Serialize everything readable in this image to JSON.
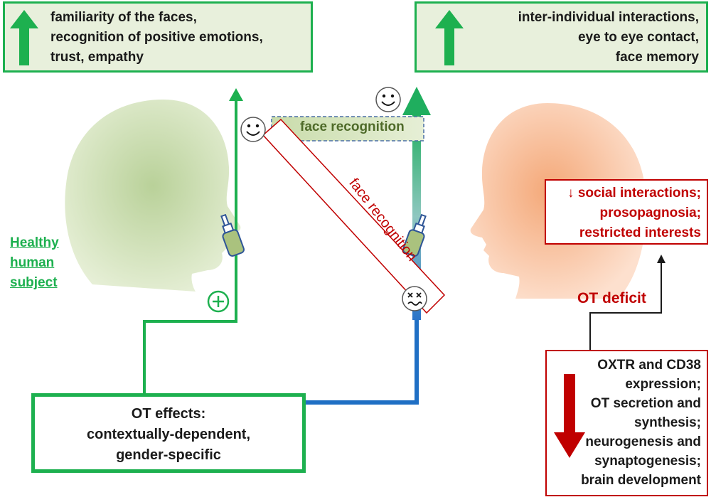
{
  "left_effects_box": {
    "lines": "familiarity of the faces,\nrecognition of positive emotions,\ntrust, empathy"
  },
  "right_effects_box": {
    "lines": "inter-individual interactions,\neye to eye contact,\nface memory"
  },
  "subject_label": "Healthy\nhuman\nsubject",
  "horizontal_link_label": "face recognition",
  "diagonal_link_label": "face recognition",
  "deficit_symptoms_box": {
    "line1": "↓ social interactions;",
    "line2": "prosopagnosia;",
    "line3": "restricted interests"
  },
  "deficit_label": "OT deficit",
  "deficit_causes_box": {
    "lines": "OXTR and CD38\nexpression;\nOT secretion and\nsynthesis;\nneurogenesis and\nsynaptogenesis;\nbrain development"
  },
  "ot_effects_box": {
    "lines": "OT effects:\ncontextually-dependent,\ngender-specific"
  },
  "colors": {
    "green": "#1db04f",
    "dark_red": "#c00000",
    "blue": "#1f6fc4",
    "head_green": "#cfe0b4",
    "head_orange": "#f8c3a0"
  },
  "icons": {
    "up_arrow_left": "green-up-arrow-icon",
    "up_arrow_right": "green-up-arrow-icon",
    "down_arrow": "red-down-arrow-icon",
    "smiley_left": "smiley-face-icon",
    "smiley_right": "smiley-face-icon",
    "sad_face": "dizzy-face-icon",
    "plus": "plus-circle-icon",
    "spray_left": "nasal-spray-icon",
    "spray_right": "nasal-spray-icon"
  }
}
